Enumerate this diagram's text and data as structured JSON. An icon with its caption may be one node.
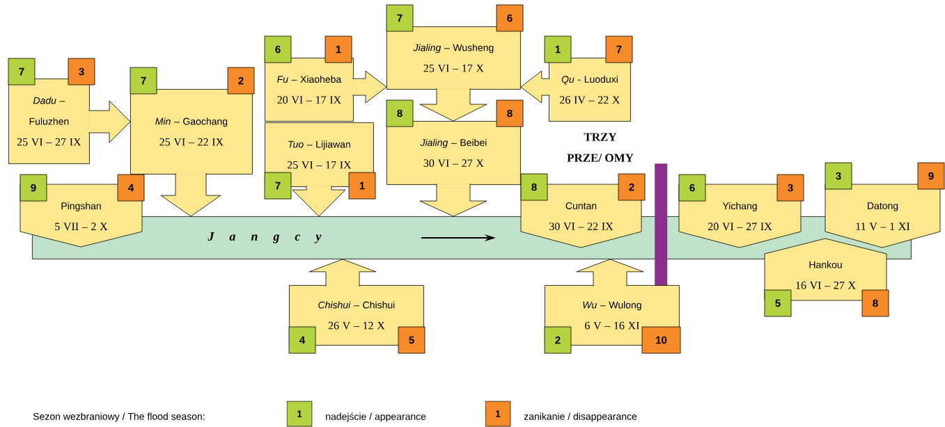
{
  "diagram": {
    "nodes": [
      {
        "text": [
          "J a n g c y"
        ]
      },
      {
        "text": [
          "*Dadu* – Fuluzhen",
          "25 VI – 27 IX"
        ]
      },
      {
        "text": [
          "7"
        ]
      },
      {
        "text": [
          "3"
        ]
      },
      {
        "text": [
          "*Min* – Gaochang",
          "25 VI – 22 IX"
        ]
      },
      {
        "text": [
          "7"
        ]
      },
      {
        "text": [
          "2"
        ]
      },
      {
        "text": [
          "Pingshan",
          "5 VII – 2 X"
        ]
      },
      {
        "text": [
          "9"
        ]
      },
      {
        "text": [
          "4"
        ]
      },
      {
        "text": [
          "*Fu* – Xiaoheba",
          "20 VI – 17 IX"
        ]
      },
      {
        "text": [
          "6"
        ]
      },
      {
        "text": [
          "1"
        ]
      },
      {
        "text": [
          "*Jialing* – Wusheng",
          "25 VI – 17 X"
        ]
      },
      {
        "text": [
          "7"
        ]
      },
      {
        "text": [
          "6"
        ]
      },
      {
        "text": [
          "*Qu* - Luoduxi",
          "26 IV – 22 X"
        ]
      },
      {
        "text": [
          "1"
        ]
      },
      {
        "text": [
          "7"
        ]
      },
      {
        "text": [
          "*Tuo* – Lijiawan",
          "25 VI – 17 IX"
        ]
      },
      {
        "text": [
          "7"
        ]
      },
      {
        "text": [
          "1"
        ]
      },
      {
        "text": [
          "*Jialing* – Beibei",
          "30 VI – 27 X"
        ]
      },
      {
        "text": [
          "8"
        ]
      },
      {
        "text": [
          "8"
        ]
      },
      {
        "text": [
          "Cuntan",
          "30 VI – 22 IX"
        ]
      },
      {
        "text": [
          "8"
        ]
      },
      {
        "text": [
          "2"
        ]
      },
      {
        "text": [
          "Yichang",
          "20 VI – 27 IX"
        ]
      },
      {
        "text": [
          "6"
        ]
      },
      {
        "text": [
          "3"
        ]
      },
      {
        "text": [
          "Datong",
          "11 V – 1 XI"
        ]
      },
      {
        "text": [
          "3"
        ]
      },
      {
        "text": [
          "9"
        ]
      },
      {
        "text": [
          "Hankou",
          "16 VI – 27 X"
        ]
      },
      {
        "text": [
          "5"
        ]
      },
      {
        "text": [
          "8"
        ]
      },
      {
        "text": [
          "*Chishui* – Chishui",
          "26 V – 12 X"
        ]
      },
      {
        "text": [
          "4"
        ]
      },
      {
        "text": [
          "5"
        ]
      },
      {
        "text": [
          "*Wu* – Wulong",
          "6 V – 16 XI"
        ]
      },
      {
        "text": [
          "2"
        ]
      },
      {
        "text": [
          "10"
        ]
      },
      {
        "text": [],
        "shape": "bar"
      }
    ],
    "edges": [
      {
        "from": 1,
        "to": 4,
        "arrow": "to"
      },
      {
        "from": 10,
        "to": 13,
        "arrow": "to"
      },
      {
        "from": 16,
        "to": 13,
        "arrow": "to"
      },
      {
        "from": 13,
        "to": 22,
        "arrow": "to"
      },
      {
        "from": 4,
        "to": 0,
        "arrow": "to"
      },
      {
        "from": 19,
        "to": 0,
        "arrow": "to"
      },
      {
        "from": 22,
        "to": 0,
        "arrow": "to"
      },
      {
        "from": 37,
        "to": 0,
        "arrow": "to"
      },
      {
        "from": 40,
        "to": 0,
        "arrow": "to"
      }
    ],
    "labels": [
      "TRZY",
      "PRZE/ OMY",
      "Sezon wezbraniowy / The flood season:",
      "1",
      "1"
    ],
    "legend": [
      {
        "text": "nadejście / appearance",
        "color": "#b3d341"
      },
      {
        "text": "zanikanie / disappearance",
        "color": "#f58b2a"
      }
    ]
  }
}
